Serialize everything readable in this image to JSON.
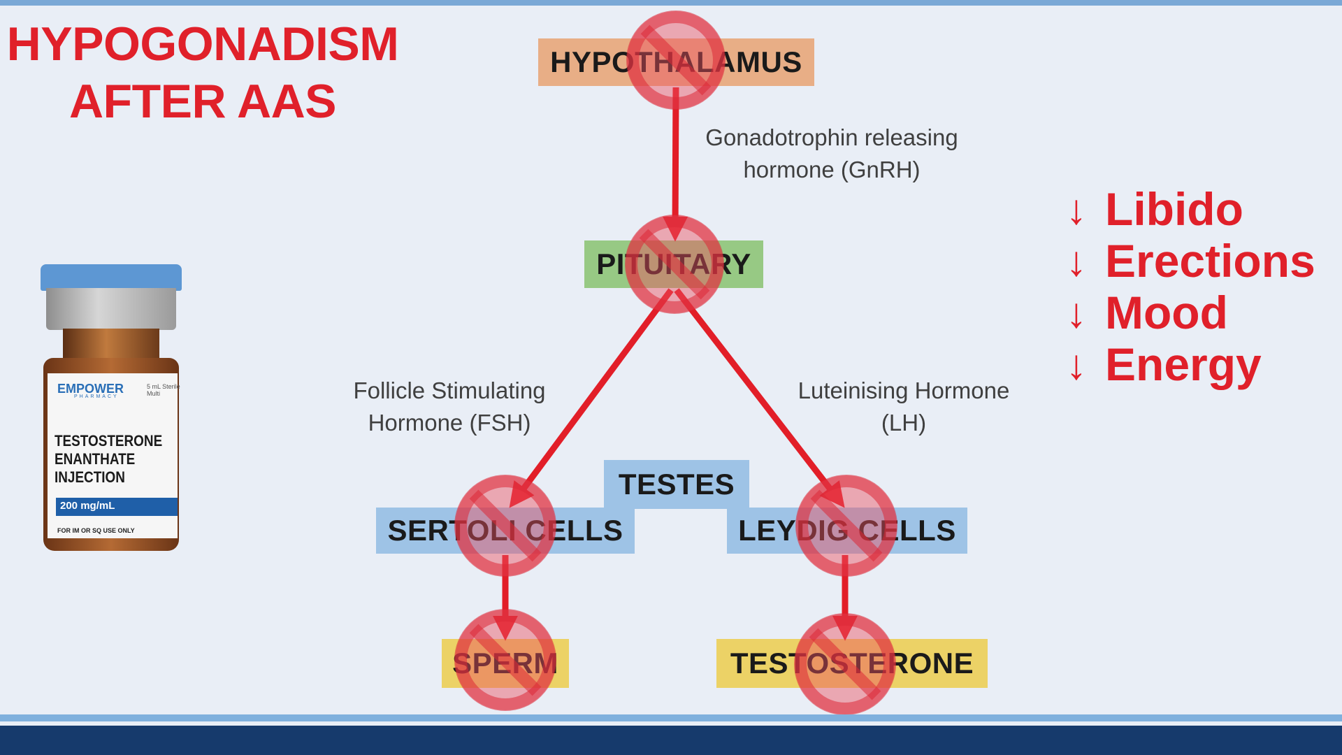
{
  "title": {
    "line1": "HYPOGONADISM",
    "line2": "AFTER AAS"
  },
  "nodes": {
    "hypothalamus": "HYPOTHALAMUS",
    "pituitary": "PITUITARY",
    "testes": "TESTES",
    "sertoli": "SERTOLI CELLS",
    "leydig": "LEYDIG CELLS",
    "sperm": "SPERM",
    "testosterone": "TESTOSTERONE"
  },
  "hormones": {
    "gnrh": {
      "line1": "Gonadotrophin releasing",
      "line2": "hormone (GnRH)"
    },
    "fsh": {
      "line1": "Follicle Stimulating",
      "line2": "Hormone (FSH)"
    },
    "lh": {
      "line1": "Luteinising Hormone",
      "line2": "(LH)"
    }
  },
  "symptoms": [
    {
      "arrow": "↓",
      "label": "Libido"
    },
    {
      "arrow": "↓",
      "label": "Erections"
    },
    {
      "arrow": "↓",
      "label": "Mood"
    },
    {
      "arrow": "↓",
      "label": "Energy"
    }
  ],
  "vial": {
    "brand": "EMPOWER",
    "brand_sub": "PHARMACY",
    "volume": "5 mL Sterile Multi",
    "name_line1": "TESTOSTERONE",
    "name_line2": "ENANTHATE",
    "name_line3": "INJECTION",
    "dose": "200 mg/mL",
    "use": "FOR IM OR SQ USE ONLY"
  },
  "colors": {
    "accent_red": "#e0202a",
    "hypothalamus_box": "#e8ae86",
    "pituitary_box": "#97c984",
    "testes_box": "#9ec3e6",
    "product_box": "#ecd266",
    "background": "#e9eef6",
    "footer": "#163a6c"
  },
  "icons": {
    "blocked": "prohibition-sign-icon",
    "flow": "red-arrow-icon"
  }
}
